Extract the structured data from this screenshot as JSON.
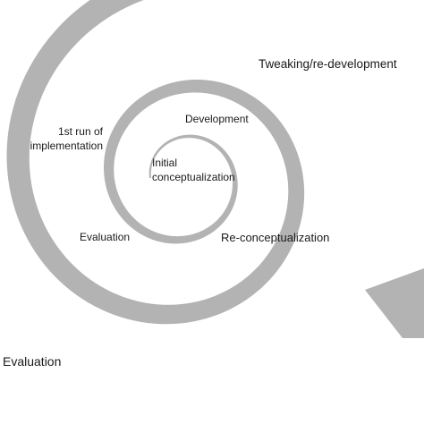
{
  "diagram": {
    "colors": {
      "spiral": "#b3b3b3",
      "text": "#1a1a1a",
      "background": "#ffffff"
    },
    "labels": {
      "initial_line1": "Initial",
      "initial_line2": "conceptualization",
      "development": "Development",
      "first_run_line1": "1st run of",
      "first_run_line2": "implementation",
      "evaluation_inner": "Evaluation",
      "reconceptualization": "Re-conceptualization",
      "tweaking": "Tweaking/re-development",
      "evaluation_outer": "Evaluation"
    }
  }
}
